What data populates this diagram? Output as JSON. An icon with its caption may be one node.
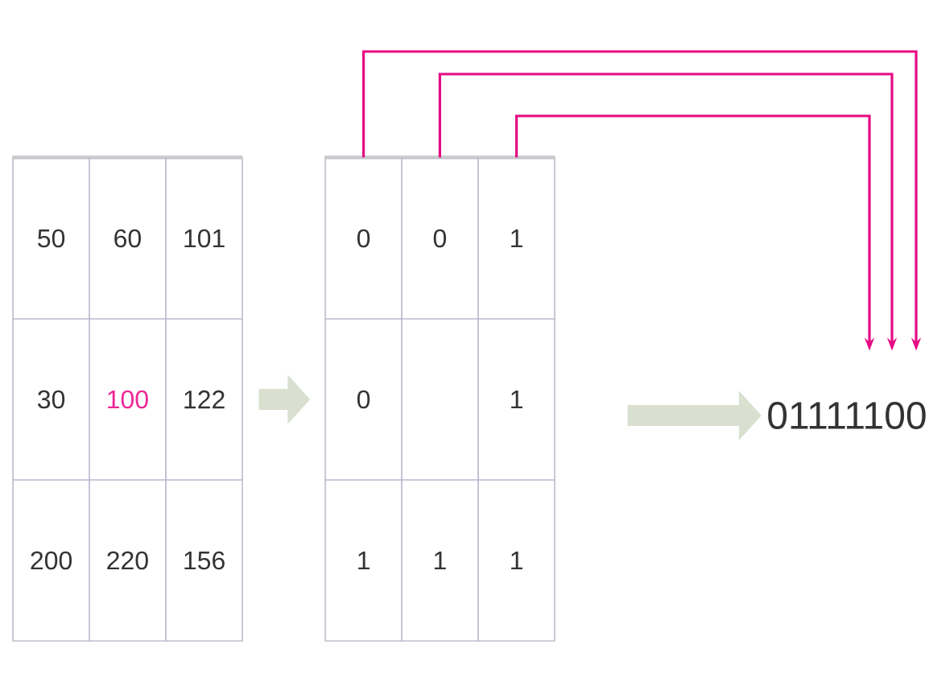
{
  "diagram": {
    "nodes": [
      {
        "text": [],
        "shape": "box"
      },
      {
        "text": [
          "50"
        ],
        "in": 0
      },
      {
        "text": [
          "60"
        ],
        "in": 0
      },
      {
        "text": [
          "101"
        ],
        "in": 0
      },
      {
        "text": [
          "30"
        ],
        "in": 0
      },
      {
        "text": [
          "100"
        ],
        "in": 0
      },
      {
        "text": [
          "122"
        ],
        "in": 0
      },
      {
        "text": [
          "200"
        ],
        "in": 0
      },
      {
        "text": [
          "220"
        ],
        "in": 0
      },
      {
        "text": [
          "156"
        ],
        "in": 0
      },
      {
        "text": [],
        "shape": "box"
      },
      {
        "text": [
          "0"
        ],
        "in": 10
      },
      {
        "text": [
          "0"
        ],
        "in": 10
      },
      {
        "text": [
          "1"
        ],
        "in": 10
      },
      {
        "text": [
          "0"
        ],
        "in": 10
      },
      {
        "text": [],
        "shape": "box",
        "in": 10
      },
      {
        "text": [
          "1"
        ],
        "in": 10
      },
      {
        "text": [
          "1"
        ],
        "in": 10
      },
      {
        "text": [
          "1"
        ],
        "in": 10
      },
      {
        "text": [
          "1"
        ],
        "in": 10
      },
      {
        "text": [
          "01111100"
        ]
      }
    ],
    "edges": [
      {
        "from": 0,
        "to": 10,
        "arrow": "to",
        "style": "thick",
        "color": "#d9e0cf"
      },
      {
        "from": 10,
        "to": 20,
        "arrow": "to",
        "style": "thick",
        "color": "#d9e0cf"
      },
      {
        "from": 11,
        "to": 20,
        "arrow": "to"
      },
      {
        "from": 12,
        "to": 20,
        "arrow": "to"
      },
      {
        "from": 13,
        "to": 20,
        "arrow": "to"
      }
    ]
  }
}
